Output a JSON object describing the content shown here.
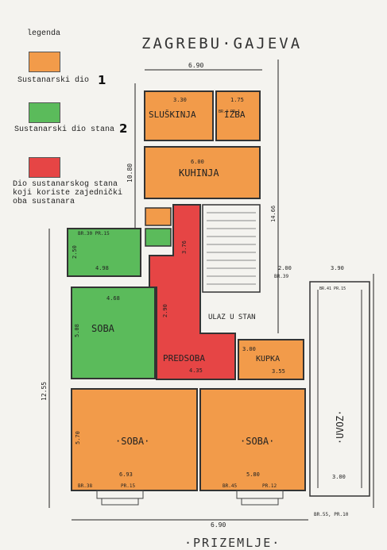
{
  "legend": {
    "title": "legenda",
    "items": [
      {
        "label": "Sustanarski dio",
        "number": "1",
        "color": "#f29b4a"
      },
      {
        "label": "Sustanarski dio stana",
        "number": "2",
        "color": "#5bbb5b"
      },
      {
        "label": "Dio sustanarskog stana\nkoji koriste zajednički\noba sustanara",
        "number": "",
        "color": "#e64545"
      }
    ]
  },
  "titles": {
    "street": "ZAGREBU·GAJEVA",
    "floor": "·PRIZEMLJE·"
  },
  "rooms": {
    "sluskinja": "SLUŠKINJA",
    "izba": "IZBA",
    "kuhinja": "KUHINJA",
    "soba_left": "SOBA",
    "predsoba": "PREDSOBA",
    "kupka": "KUPKA",
    "soba_bottom_left": "·SOBA·",
    "soba_bottom_right": "·SOBA·",
    "uvoz": "·UVOZ·",
    "ulaz": "ULAZ U STAN"
  },
  "dimensions": {
    "top_width": "6.90",
    "sluskinja_w": "3.30",
    "izba_w": "1.75",
    "kuhinja_w": "6.00",
    "left_height": "10.80",
    "total_height": "12.55",
    "soba_left_w": "4.68",
    "soba_left_h": "5.08",
    "wc_w": "4.98",
    "wc_h": "2.50",
    "predsoba_w": "4.35",
    "kupka_area": "3.55",
    "kupka_h": "3.00",
    "bottom_left_w": "6.93",
    "bottom_left_h": "5.70",
    "bottom_right_w": "5.80",
    "bottom_total": "6.90",
    "uvoz_w": "3.00",
    "stair_w1": "2.00",
    "stair_w2": "3.90",
    "hall_h": "3.76",
    "hall_h2": "2.90",
    "right_h": "14.66"
  },
  "window_labels": {
    "br_pr_top": "BR.30 PR.15",
    "br_top_right": "BR.4 PR.1",
    "br38": "BR.38",
    "pr15": "PR.15",
    "br45": "BR.45",
    "pr12": "PR.12",
    "br55": "BR.55, PR.10",
    "br39": "BR.39",
    "br41": "BR.41 PR.15"
  }
}
